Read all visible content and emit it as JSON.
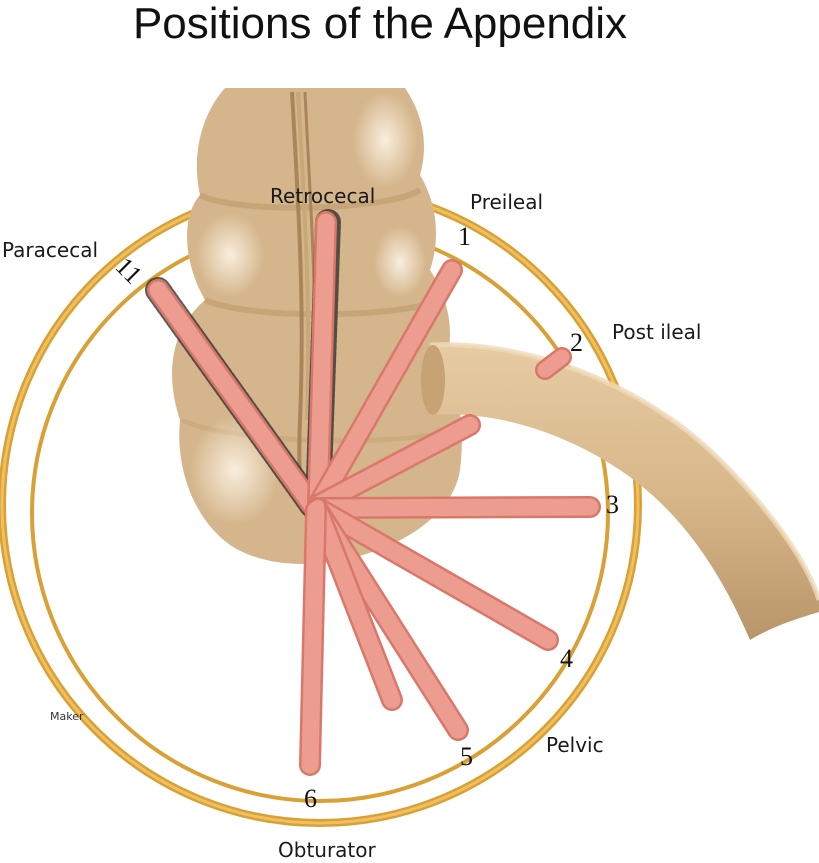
{
  "title": "Positions of the Appendix",
  "labels": {
    "retrocecal": "Retrocecal",
    "preileal": "Preileal",
    "paracecal": "Paracecal",
    "post_ileal": "Post ileal",
    "pelvic": "Pelvic",
    "obturator": "Obturator",
    "maker": "Maker"
  },
  "numbers": {
    "n1": "1",
    "n2": "2",
    "n3": "3",
    "n4": "4",
    "n5": "5",
    "n6": "6",
    "n11": "11"
  },
  "colors": {
    "ring": "#e3a83a",
    "colon": "#d8b98e",
    "colon_shadow": "#b89468",
    "appendix": "#ec9d8f",
    "appendix_edge": "#d9786a",
    "text": "#111111"
  }
}
